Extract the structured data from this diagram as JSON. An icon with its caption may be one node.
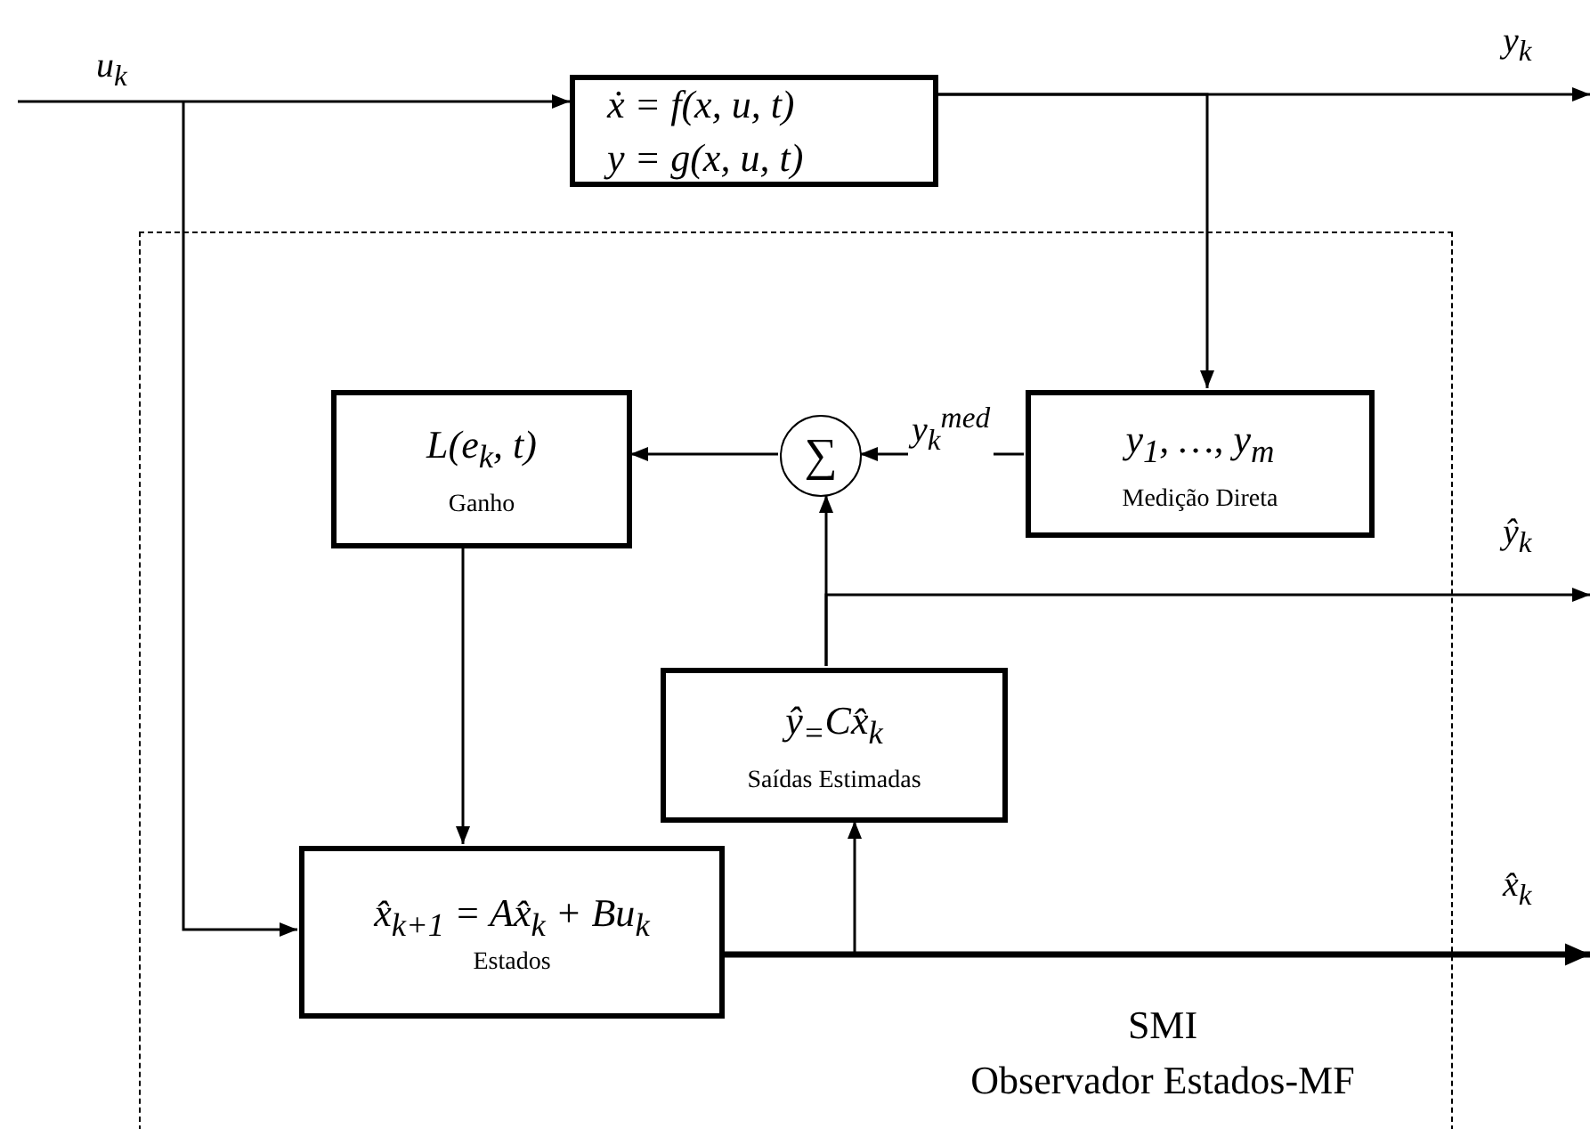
{
  "diagram": {
    "nodes": [
      {
        "text": [
          "SMI",
          "Observador Estados-MF"
        ]
      },
      {
        "text": [
          "ẋ = f(x, u, t)",
          "y = g(x, u, t)"
        ]
      },
      {
        "text": [
          "L(e$_{k}$, t)",
          "Ganho"
        ],
        "in": 0
      },
      {
        "text": [
          "∑"
        ],
        "in": 0
      },
      {
        "text": [
          "y$_{1}$, …, y$_{m}$",
          "Medição Direta"
        ],
        "in": 0
      },
      {
        "text": [
          "ŷ$_{=}$Cx̂$_{k}$",
          "Saídas Estimadas"
        ],
        "in": 0
      },
      {
        "text": [
          "x̂$_{k+1}$ = Ax̂$_{k}$ + Bu$_{k}$",
          "Estados"
        ],
        "in": 0
      }
    ],
    "edges": [
      {
        "from": null,
        "to": 1,
        "arrow": "to",
        "label": "u$_{k}$"
      },
      {
        "from": 1,
        "to": null,
        "arrow": "to",
        "label": "y$_{k}$"
      },
      {
        "from": 1,
        "to": 4,
        "arrow": "to"
      },
      {
        "from": 4,
        "to": 3,
        "arrow": "to",
        "label": "y$_{k}$$^{med}$"
      },
      {
        "from": 3,
        "to": 2,
        "arrow": "to"
      },
      {
        "from": 2,
        "to": 6,
        "arrow": "to"
      },
      {
        "from": null,
        "to": 6,
        "arrow": "to"
      },
      {
        "from": 6,
        "to": null,
        "arrow": "to",
        "style": "thick",
        "label": "x̂$_{k}$"
      },
      {
        "from": 6,
        "to": 5,
        "arrow": "to"
      },
      {
        "from": 5,
        "to": 3,
        "arrow": "to"
      },
      {
        "from": 5,
        "to": null,
        "arrow": "to",
        "label": "ŷ$_{k}$"
      }
    ]
  }
}
